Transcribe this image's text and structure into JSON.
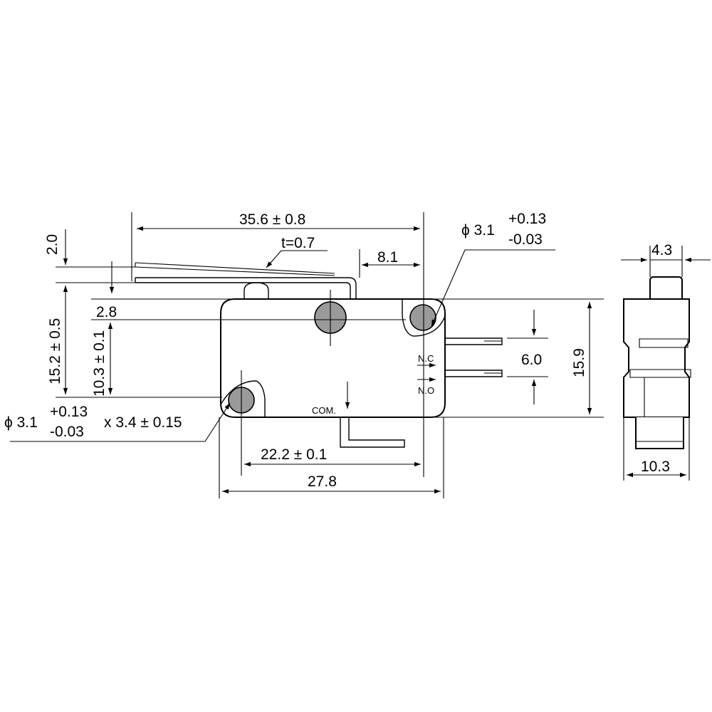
{
  "dimensions": {
    "overall_length": "35.6 ± 0.8",
    "lever_thickness": "t=0.7",
    "lever_offset": "2.0",
    "tip_offset": "8.1",
    "mount_hole_top": "ϕ 3.1",
    "mount_hole_top_tol_plus": "+0.13",
    "mount_hole_top_tol_minus": "-0.03",
    "height_to_lever": "15.2 ± 0.5",
    "height_hole": "10.3 ± 0.1",
    "top_margin": "2.8",
    "mount_hole_bottom": "ϕ 3.1",
    "mount_hole_bottom_tol_plus": "+0.13",
    "mount_hole_bottom_tol_minus": "-0.03",
    "mount_hole_bottom_slot": "x 3.4 ± 0.15",
    "hole_spacing": "22.2 ± 0.1",
    "body_length": "27.8",
    "terminal_pitch": "6.0",
    "body_height": "15.9",
    "side_width_top": "4.3",
    "side_width": "10.3"
  },
  "terminals": {
    "nc": "N.C",
    "no": "N.O",
    "com": "COM."
  }
}
